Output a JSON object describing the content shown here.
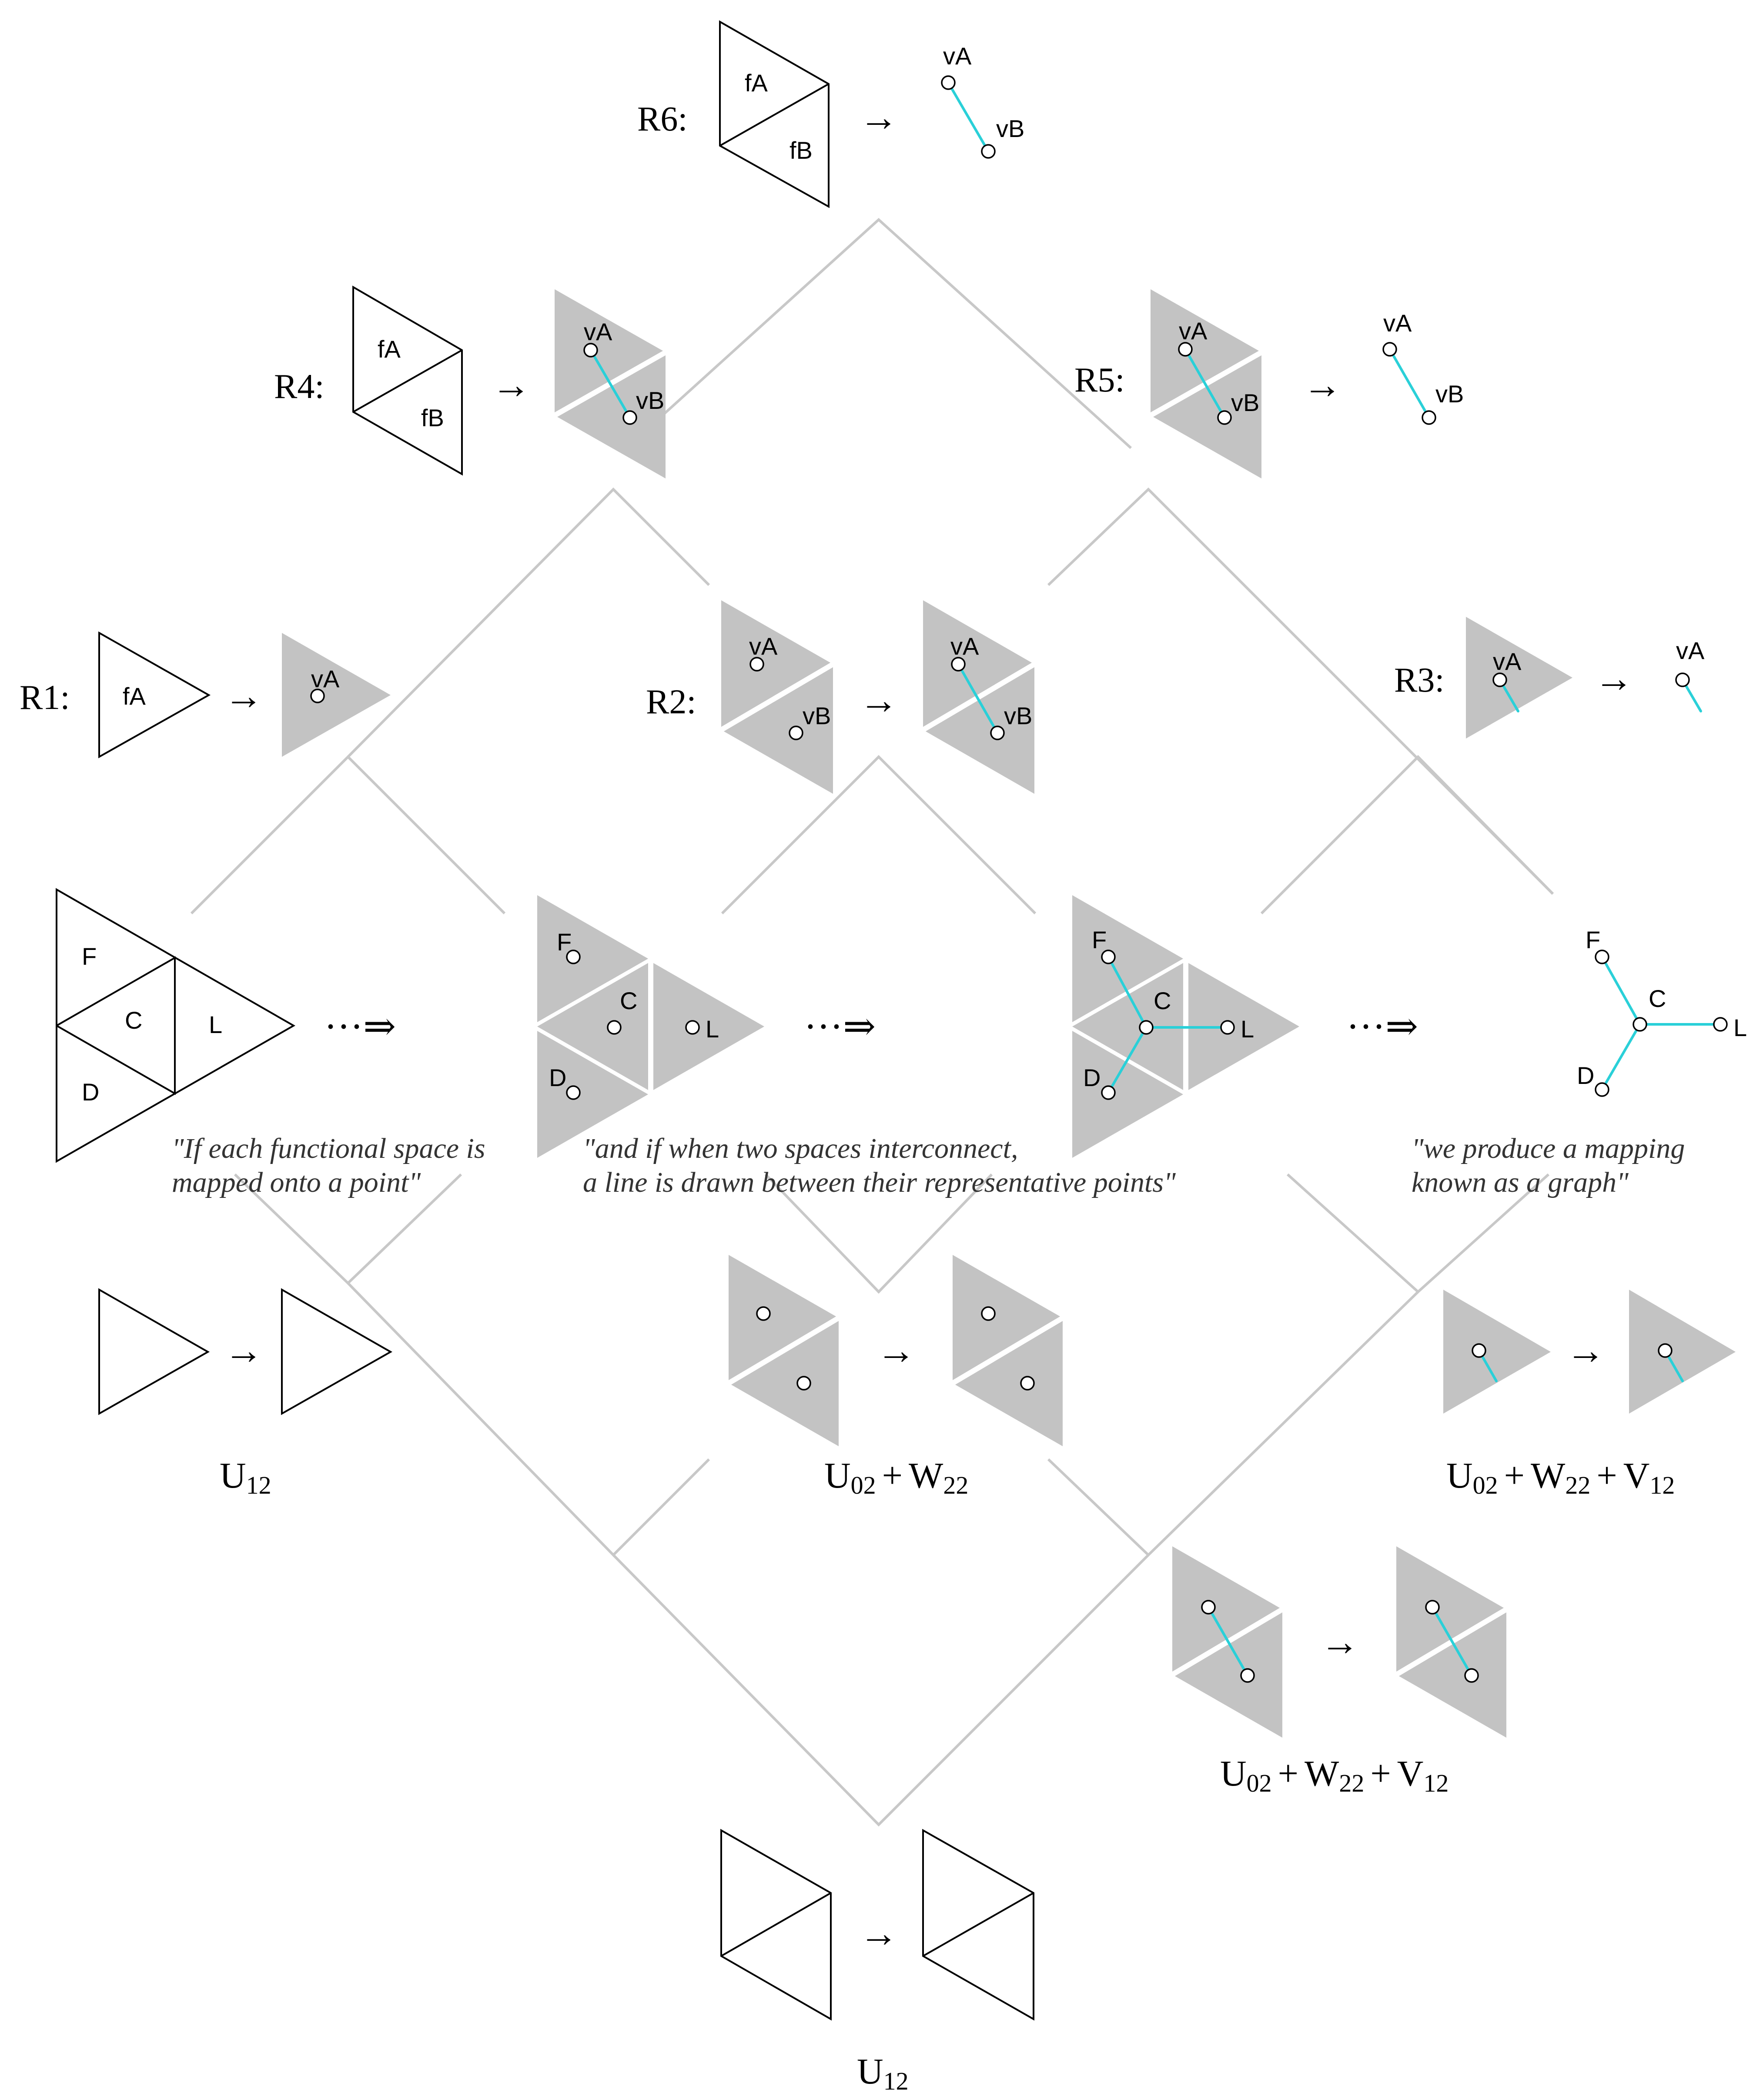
{
  "rules": {
    "r1": "R1:",
    "r2": "R2:",
    "r3": "R3:",
    "r4": "R4:",
    "r5": "R5:",
    "r6": "R6:"
  },
  "labels": {
    "fA": "fA",
    "fB": "fB",
    "vA": "vA",
    "vB": "vB",
    "F": "F",
    "C": "C",
    "L": "L",
    "D": "D"
  },
  "symbols": {
    "arrow": "→",
    "implies": "···⇒"
  },
  "quotes": {
    "q1_line1": "\"If each functional space is",
    "q1_line2": "mapped onto a point\"",
    "q2_line1": "\"and if when two spaces interconnect,",
    "q2_line2": "a line is drawn between their representative points\"",
    "q3_line1": "\"we produce a mapping",
    "q3_line2": "known as a graph\""
  },
  "formulas": {
    "u12_main": "U",
    "u12_sub": "12",
    "u02_main": "U",
    "u02_sub": "02",
    "plus": "+",
    "w22_main": "W",
    "w22_sub": "22",
    "v12_main": "V",
    "v12_sub": "12"
  },
  "colors": {
    "edge": "#2ad0d8",
    "shade": "#c3c3c3",
    "connector": "#c8c8c8"
  }
}
